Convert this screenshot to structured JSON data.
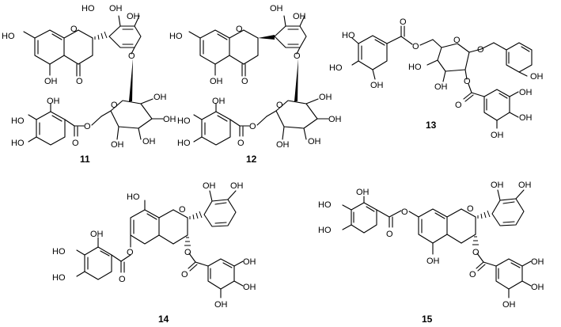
{
  "compounds": [
    {
      "number": "11"
    },
    {
      "number": "12"
    },
    {
      "number": "13"
    },
    {
      "number": "14"
    },
    {
      "number": "15"
    }
  ],
  "atom_labels": {
    "oh_right": "OH",
    "oh_left": "HO",
    "oxygen": "O"
  }
}
